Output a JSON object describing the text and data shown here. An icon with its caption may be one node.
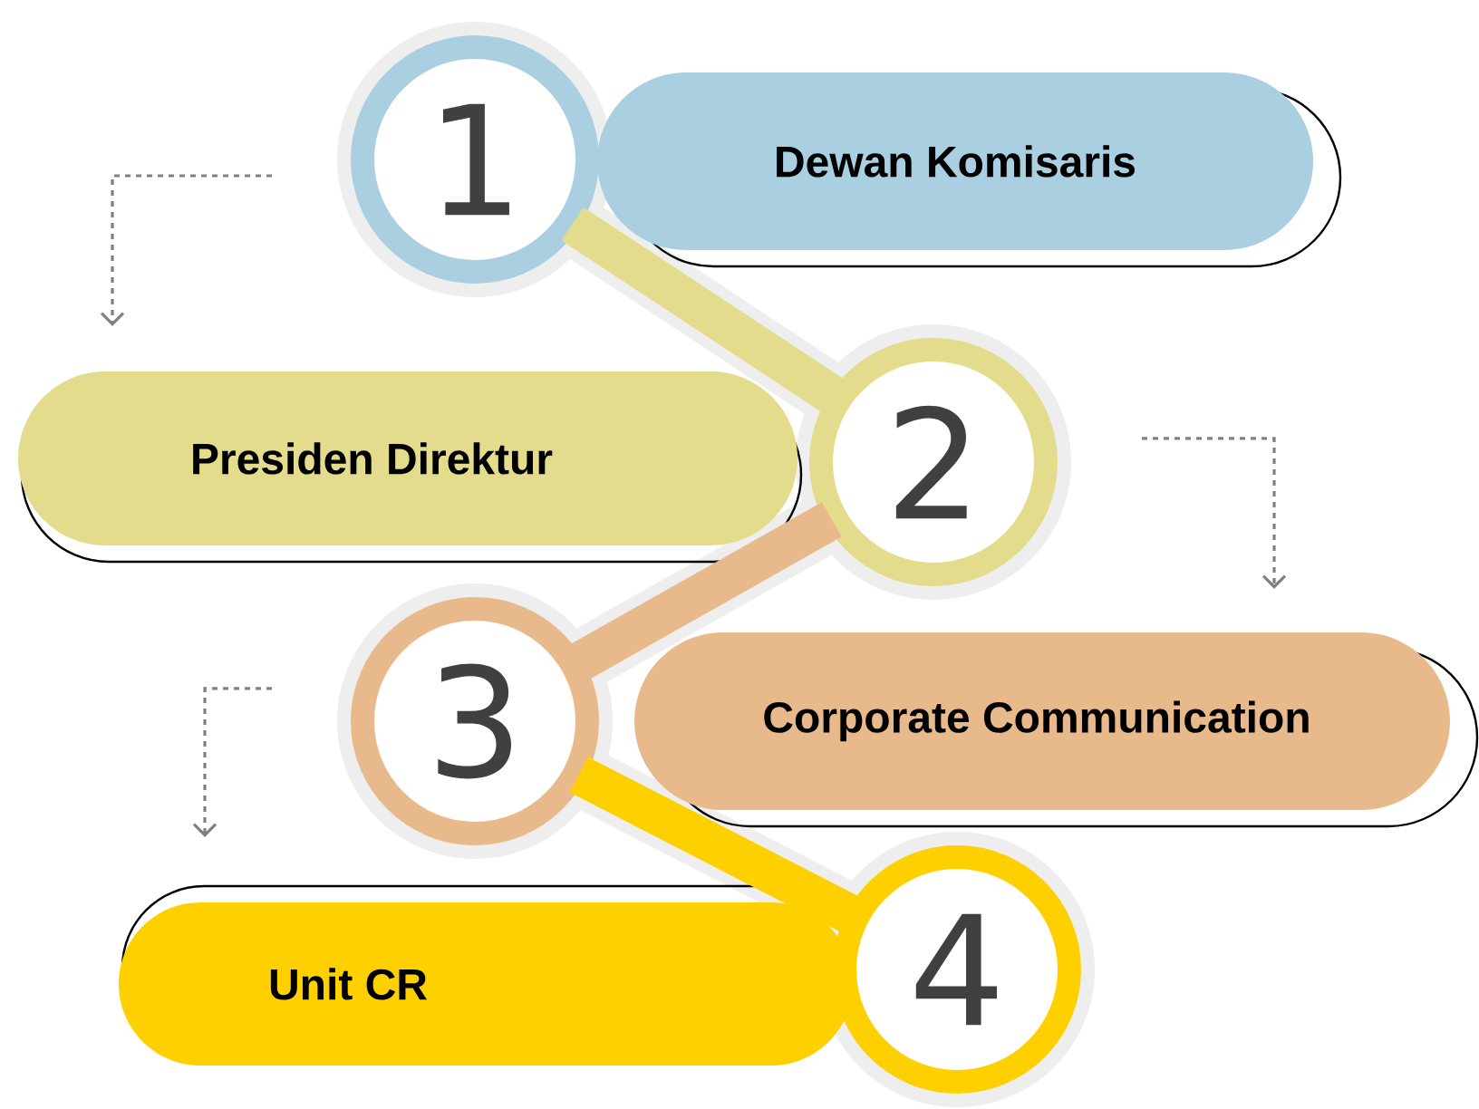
{
  "diagram": {
    "nodes": [
      {
        "text": [
          "1"
        ]
      },
      {
        "text": [
          "Dewan Komisaris"
        ]
      },
      {
        "text": [
          "2"
        ]
      },
      {
        "text": [
          "Presiden Direktur"
        ]
      },
      {
        "text": [
          "3"
        ]
      },
      {
        "text": [
          "Corporate Communication"
        ]
      },
      {
        "text": [
          "4"
        ]
      },
      {
        "text": [
          "Unit CR"
        ]
      }
    ],
    "edges": [
      {
        "from": 0,
        "to": 2,
        "arrow": "none",
        "color": "#e2dc8c"
      },
      {
        "from": 2,
        "to": 4,
        "arrow": "none",
        "color": "#e8b98a"
      },
      {
        "from": 4,
        "to": 6,
        "arrow": "none",
        "color": "#ffd000"
      }
    ]
  }
}
